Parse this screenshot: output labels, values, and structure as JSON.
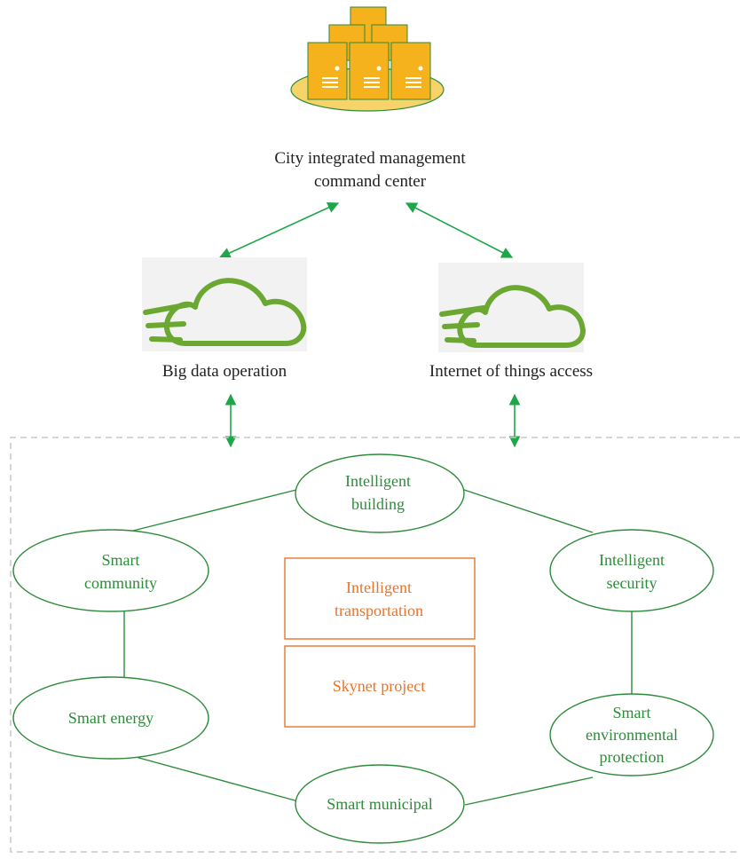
{
  "command_center": {
    "title_line1": "City integrated management",
    "title_line2": "command center",
    "icon": "server-cluster-icon"
  },
  "clouds": {
    "left_label": "Big data operation",
    "right_label": "Internet of things access",
    "icon": "cloud-icon"
  },
  "nodes": {
    "intelligent_building": [
      "Intelligent",
      "building"
    ],
    "smart_community": [
      "Smart",
      "community"
    ],
    "intelligent_security": [
      "Intelligent",
      "security"
    ],
    "smart_energy": [
      "Smart energy"
    ],
    "smart_environmental_protection": [
      "Smart",
      "environmental",
      "protection"
    ],
    "smart_municipal": [
      "Smart municipal"
    ]
  },
  "center_boxes": {
    "intelligent_transportation": [
      "Intelligent",
      "transportation"
    ],
    "skynet_project": [
      "Skynet project"
    ]
  },
  "colors": {
    "arrow_green": "#1fa64a",
    "node_green": "#2e8b3a",
    "cloud_green": "#6aa832",
    "server_orange": "#f5b21c",
    "server_base": "#f7d36a",
    "box_orange": "#e8742c",
    "dashed_gray": "#c8c8c8"
  }
}
